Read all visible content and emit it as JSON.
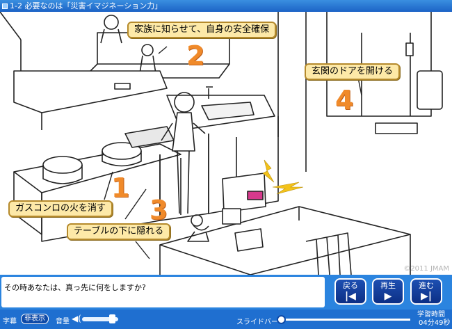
{
  "window": {
    "title": "1-2 必要なのは「災害イマジネーション力」"
  },
  "scene": {
    "callouts": [
      {
        "number": "1",
        "label": "ガスコンロの火を消す"
      },
      {
        "number": "2",
        "label": "家族に知らせて、自身の安全確保"
      },
      {
        "number": "3",
        "label": "テーブルの下に隠れる"
      },
      {
        "number": "4",
        "label": "玄関のドアを開ける"
      }
    ],
    "copyright": "©2011 JMAM"
  },
  "question": {
    "text": "その時あなたは、真っ先に何をしますか?"
  },
  "nav": {
    "back_label": "戻る",
    "play_label": "再生",
    "next_label": "進む",
    "back_icon": "skip-back-icon",
    "play_icon": "play-icon",
    "next_icon": "skip-forward-icon"
  },
  "controls": {
    "subtitle_label": "字幕",
    "subtitle_toggle": "非表示",
    "volume_label": "音量",
    "volume_level": 0.9,
    "slide_label": "スライドバー",
    "slide_position": 0.0,
    "study_time_label": "学習時間",
    "study_time_value": "04分49秒"
  },
  "colors": {
    "accent_blue": "#1f6fd0",
    "callout_fill": "#fde9a8",
    "number_orange": "#f08a2a"
  }
}
